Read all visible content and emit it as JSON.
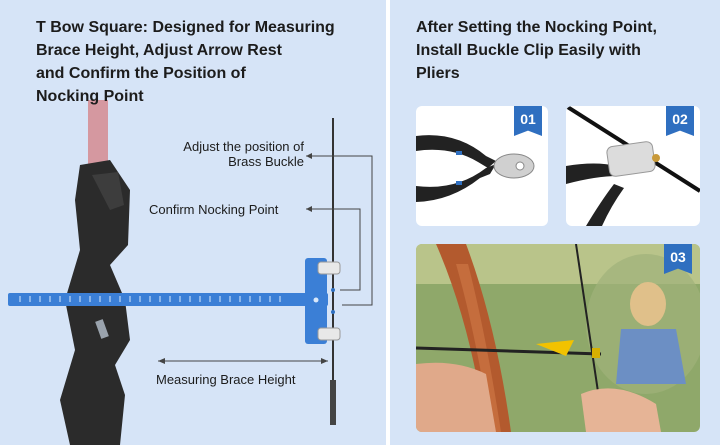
{
  "left_panel": {
    "title_lines": [
      "T Bow Square: Designed for Measuring",
      "Brace Height, Adjust Arrow Rest",
      "and Confirm the Position of",
      "Nocking Point"
    ],
    "labels": {
      "brass_line1": "Adjust the position of",
      "brass_line2": "Brass Buckle",
      "nocking": "Confirm Nocking Point",
      "brace": "Measuring Brace Height"
    }
  },
  "right_panel": {
    "title_lines": [
      "After Setting the Nocking Point,",
      "Install Buckle Clip Easily with",
      "Pliers"
    ],
    "steps": [
      {
        "badge": "01"
      },
      {
        "badge": "02"
      },
      {
        "badge": "03"
      }
    ]
  },
  "colors": {
    "background": "#d6e4f7",
    "accent": "#2f6fc0",
    "square_blue": "#3b7fd6"
  }
}
